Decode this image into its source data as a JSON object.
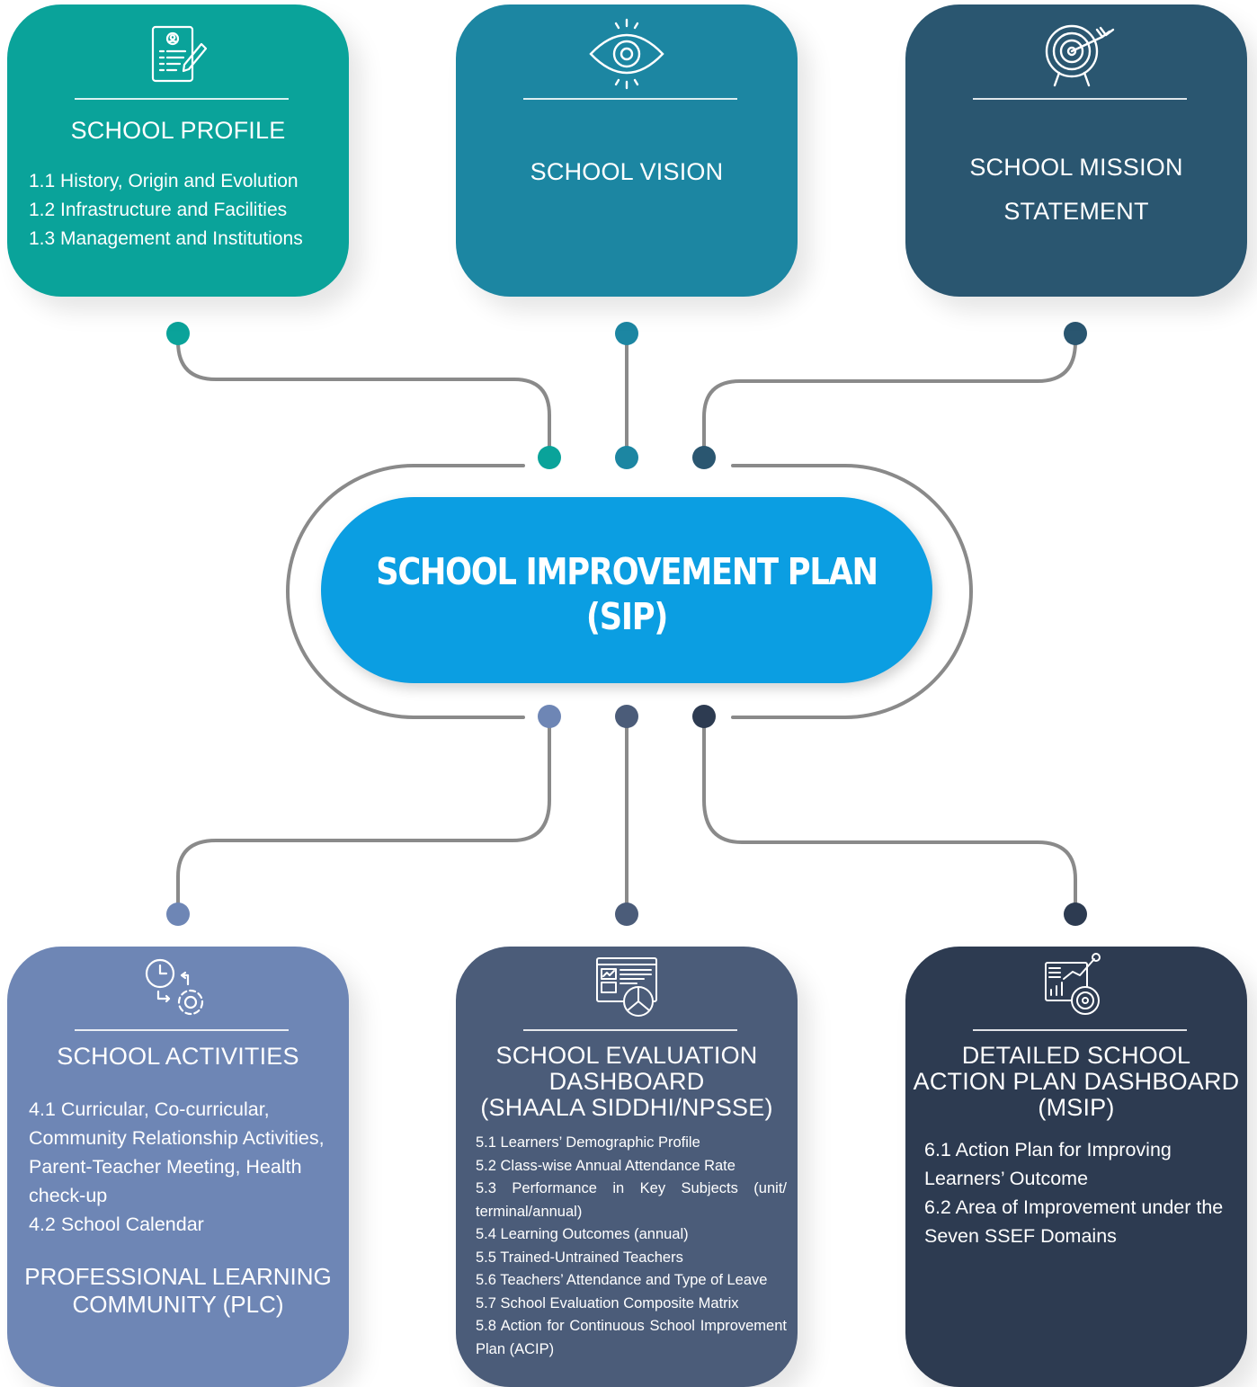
{
  "center": {
    "title": "SCHOOL IMPROVEMENT PLAN\n(SIP)",
    "color": "#0b9ee2"
  },
  "cards": {
    "profile": {
      "title": "SCHOOL PROFILE",
      "icon": "profile-document-icon",
      "color": "#0aa39a",
      "items": [
        "1.1 History, Origin and Evolution",
        "1.2 Infrastructure and Facilities",
        "1.3 Management and Institutions"
      ]
    },
    "vision": {
      "title": "SCHOOL VISION",
      "icon": "eye-icon",
      "color": "#1c86a2"
    },
    "mission": {
      "title": "SCHOOL MISSION\nSTATEMENT",
      "icon": "target-icon",
      "color": "#2a5670"
    },
    "activities": {
      "title": "SCHOOL ACTIVITIES",
      "icon": "clock-gear-icon",
      "color": "#6e86b5",
      "items": [
        "4.1 Curricular, Co-curricular, Community Relationship Activities, Parent-Teacher Meeting, Health check-up",
        "4.2 School Calendar"
      ],
      "subtitle": "PROFESSIONAL LEARNING\nCOMMUNITY (PLC)"
    },
    "evaluation": {
      "title": "SCHOOL EVALUATION\nDASHBOARD\n(SHAALA SIDDHI/NPSSE)",
      "icon": "dashboard-pie-icon",
      "color": "#4b5c79",
      "items": [
        "5.1 Learners’ Demographic Profile",
        "5.2 Class-wise Annual Attendance Rate",
        "5.3 Performance in Key Subjects (unit/ terminal/annual)",
        "5.4 Learning Outcomes (annual)",
        "5.5 Trained-Untrained Teachers",
        "5.6 Teachers’ Attendance and Type of Leave",
        "5.7 School Evaluation Composite Matrix",
        "5.8 Action for Continuous School Improvement Plan (ACIP)"
      ]
    },
    "action": {
      "title": "DETAILED SCHOOL\nACTION PLAN DASHBOARD\n(MSIP)",
      "icon": "analytics-chart-icon",
      "color": "#2d3b51",
      "items": [
        "6.1 Action Plan for Improving Learners’ Outcome",
        "6.2 Area of Improvement under the Seven SSEF Domains"
      ]
    }
  },
  "dot_colors": {
    "profile": "#0aa39a",
    "vision": "#1c86a2",
    "mission": "#2a5670",
    "activities": "#6e86b5",
    "evaluation": "#4b5c79",
    "action": "#2d3b51"
  },
  "connector_color": "#8a8a8a"
}
